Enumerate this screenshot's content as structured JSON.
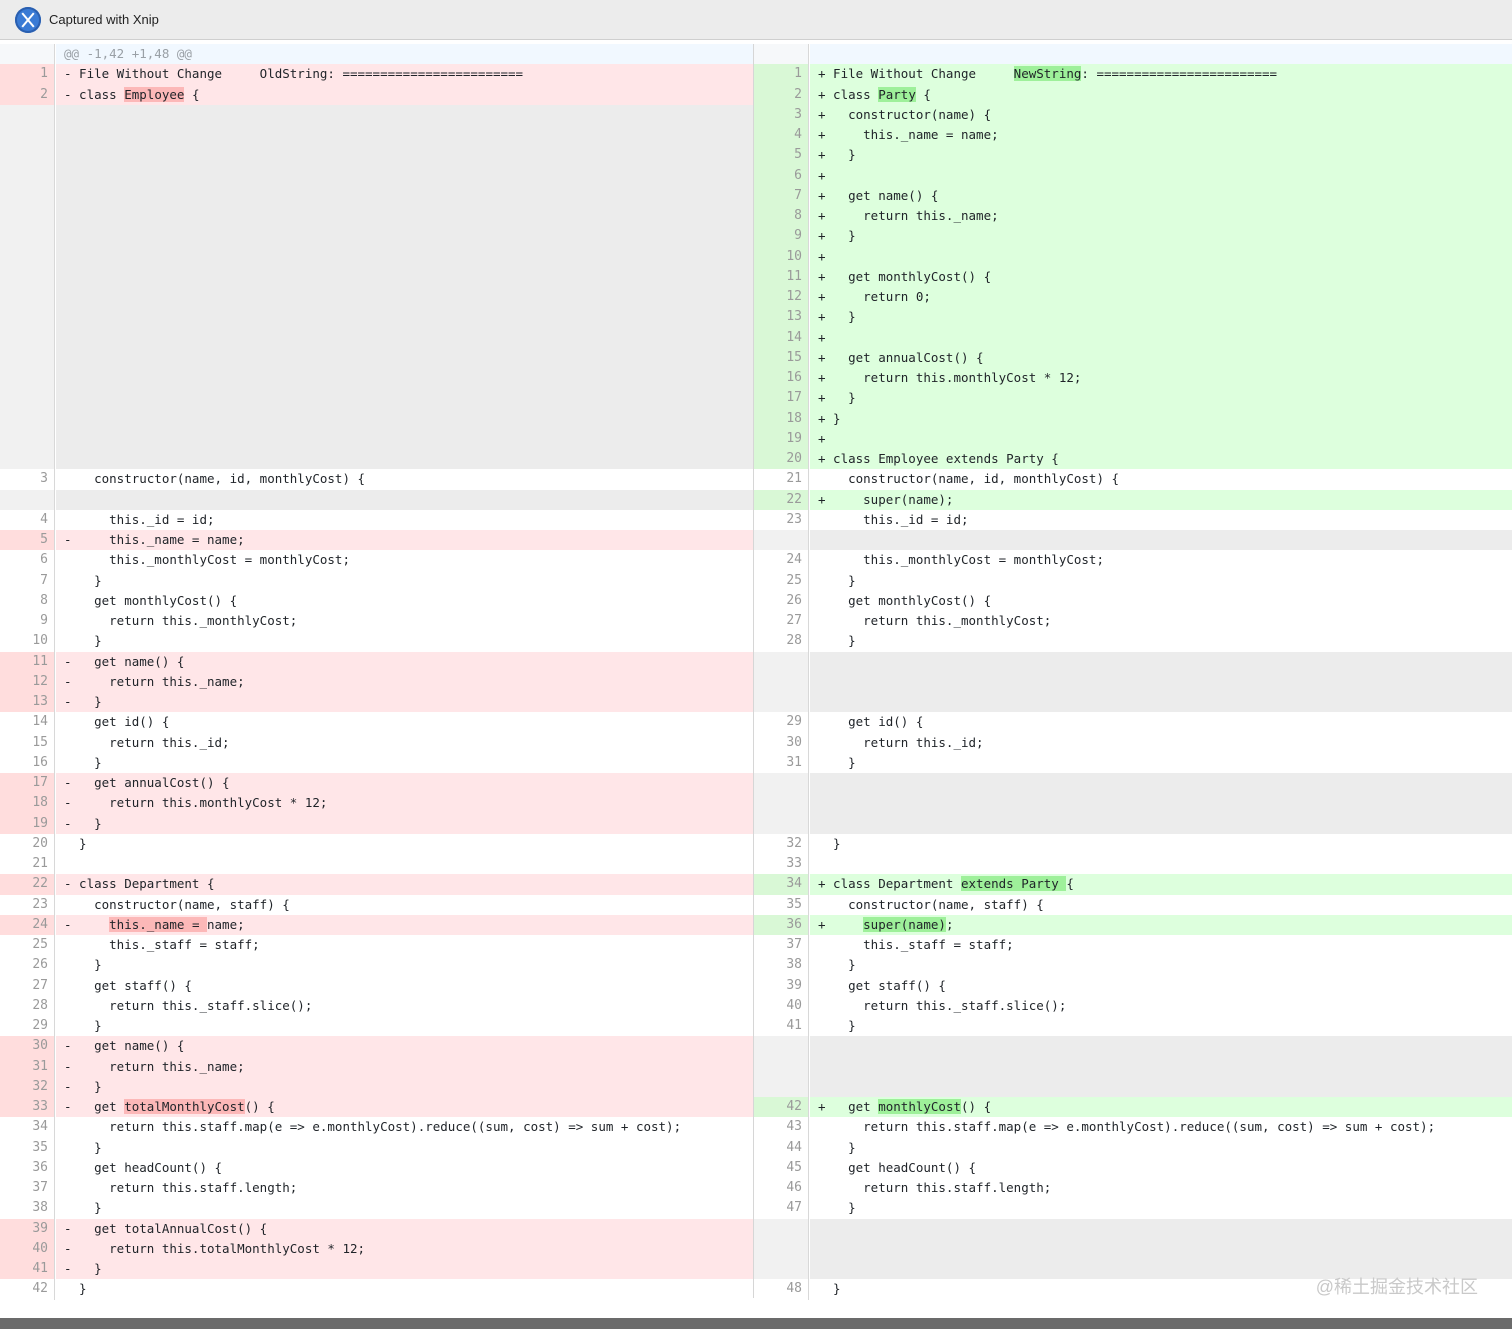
{
  "window": {
    "title": "Captured with Xnip"
  },
  "hunk_header": "@@ -1,42 +1,48 @@",
  "watermark": "@稀土掘金技术社区",
  "left_rows": [
    {
      "t": "hunk",
      "n": "",
      "segs": [
        [
          "@@ -1,42 +1,48 @@",
          ""
        ]
      ]
    },
    {
      "t": "del",
      "n": "1",
      "segs": [
        [
          "- File Without Change     ",
          ""
        ],
        [
          "OldString",
          ""
        ],
        [
          ": ========================",
          ""
        ]
      ]
    },
    {
      "t": "del",
      "n": "2",
      "segs": [
        [
          "- class ",
          ""
        ],
        [
          "Employee",
          "h"
        ],
        [
          " {",
          ""
        ]
      ]
    },
    {
      "t": "empty",
      "n": "",
      "segs": []
    },
    {
      "t": "empty",
      "n": "",
      "segs": []
    },
    {
      "t": "empty",
      "n": "",
      "segs": []
    },
    {
      "t": "empty",
      "n": "",
      "segs": []
    },
    {
      "t": "empty",
      "n": "",
      "segs": []
    },
    {
      "t": "empty",
      "n": "",
      "segs": []
    },
    {
      "t": "empty",
      "n": "",
      "segs": []
    },
    {
      "t": "empty",
      "n": "",
      "segs": []
    },
    {
      "t": "empty",
      "n": "",
      "segs": []
    },
    {
      "t": "empty",
      "n": "",
      "segs": []
    },
    {
      "t": "empty",
      "n": "",
      "segs": []
    },
    {
      "t": "empty",
      "n": "",
      "segs": []
    },
    {
      "t": "empty",
      "n": "",
      "segs": []
    },
    {
      "t": "empty",
      "n": "",
      "segs": []
    },
    {
      "t": "empty",
      "n": "",
      "segs": []
    },
    {
      "t": "empty",
      "n": "",
      "segs": []
    },
    {
      "t": "empty",
      "n": "",
      "segs": []
    },
    {
      "t": "empty",
      "n": "",
      "segs": []
    },
    {
      "t": "ctx",
      "n": "3",
      "segs": [
        [
          "    constructor(name, id, monthlyCost) {",
          ""
        ]
      ]
    },
    {
      "t": "empty",
      "n": "",
      "segs": []
    },
    {
      "t": "ctx",
      "n": "4",
      "segs": [
        [
          "      this._id = id;",
          ""
        ]
      ]
    },
    {
      "t": "del",
      "n": "5",
      "segs": [
        [
          "-     this._name = name;",
          ""
        ]
      ]
    },
    {
      "t": "ctx",
      "n": "6",
      "segs": [
        [
          "      this._monthlyCost = monthlyCost;",
          ""
        ]
      ]
    },
    {
      "t": "ctx",
      "n": "7",
      "segs": [
        [
          "    }",
          ""
        ]
      ]
    },
    {
      "t": "ctx",
      "n": "8",
      "segs": [
        [
          "    get monthlyCost() {",
          ""
        ]
      ]
    },
    {
      "t": "ctx",
      "n": "9",
      "segs": [
        [
          "      return this._monthlyCost;",
          ""
        ]
      ]
    },
    {
      "t": "ctx",
      "n": "10",
      "segs": [
        [
          "    }",
          ""
        ]
      ]
    },
    {
      "t": "del",
      "n": "11",
      "segs": [
        [
          "-   get name() {",
          ""
        ]
      ]
    },
    {
      "t": "del",
      "n": "12",
      "segs": [
        [
          "-     return this._name;",
          ""
        ]
      ]
    },
    {
      "t": "del",
      "n": "13",
      "segs": [
        [
          "-   }",
          ""
        ]
      ]
    },
    {
      "t": "ctx",
      "n": "14",
      "segs": [
        [
          "    get id() {",
          ""
        ]
      ]
    },
    {
      "t": "ctx",
      "n": "15",
      "segs": [
        [
          "      return this._id;",
          ""
        ]
      ]
    },
    {
      "t": "ctx",
      "n": "16",
      "segs": [
        [
          "    }",
          ""
        ]
      ]
    },
    {
      "t": "del",
      "n": "17",
      "segs": [
        [
          "-   get annualCost() {",
          ""
        ]
      ]
    },
    {
      "t": "del",
      "n": "18",
      "segs": [
        [
          "-     return this.monthlyCost * 12;",
          ""
        ]
      ]
    },
    {
      "t": "del",
      "n": "19",
      "segs": [
        [
          "-   }",
          ""
        ]
      ]
    },
    {
      "t": "ctx",
      "n": "20",
      "segs": [
        [
          "  }",
          ""
        ]
      ]
    },
    {
      "t": "ctx",
      "n": "21",
      "segs": [
        [
          "",
          ""
        ]
      ]
    },
    {
      "t": "del",
      "n": "22",
      "segs": [
        [
          "- class Department {",
          ""
        ]
      ]
    },
    {
      "t": "ctx",
      "n": "23",
      "segs": [
        [
          "    constructor(name, staff) {",
          ""
        ]
      ]
    },
    {
      "t": "del",
      "n": "24",
      "segs": [
        [
          "-     ",
          ""
        ],
        [
          "this._name = ",
          "h"
        ],
        [
          "name;",
          ""
        ]
      ]
    },
    {
      "t": "ctx",
      "n": "25",
      "segs": [
        [
          "      this._staff = staff;",
          ""
        ]
      ]
    },
    {
      "t": "ctx",
      "n": "26",
      "segs": [
        [
          "    }",
          ""
        ]
      ]
    },
    {
      "t": "ctx",
      "n": "27",
      "segs": [
        [
          "    get staff() {",
          ""
        ]
      ]
    },
    {
      "t": "ctx",
      "n": "28",
      "segs": [
        [
          "      return this._staff.slice();",
          ""
        ]
      ]
    },
    {
      "t": "ctx",
      "n": "29",
      "segs": [
        [
          "    }",
          ""
        ]
      ]
    },
    {
      "t": "del",
      "n": "30",
      "segs": [
        [
          "-   get name() {",
          ""
        ]
      ]
    },
    {
      "t": "del",
      "n": "31",
      "segs": [
        [
          "-     return this._name;",
          ""
        ]
      ]
    },
    {
      "t": "del",
      "n": "32",
      "segs": [
        [
          "-   }",
          ""
        ]
      ]
    },
    {
      "t": "del",
      "n": "33",
      "segs": [
        [
          "-   get ",
          ""
        ],
        [
          "totalMonthlyCost",
          "h"
        ],
        [
          "() {",
          ""
        ]
      ]
    },
    {
      "t": "ctx",
      "n": "34",
      "segs": [
        [
          "      return this.staff.map(e => e.monthlyCost).reduce((sum, cost) => sum + cost);",
          ""
        ]
      ]
    },
    {
      "t": "ctx",
      "n": "35",
      "segs": [
        [
          "    }",
          ""
        ]
      ]
    },
    {
      "t": "ctx",
      "n": "36",
      "segs": [
        [
          "    get headCount() {",
          ""
        ]
      ]
    },
    {
      "t": "ctx",
      "n": "37",
      "segs": [
        [
          "      return this.staff.length;",
          ""
        ]
      ]
    },
    {
      "t": "ctx",
      "n": "38",
      "segs": [
        [
          "    }",
          ""
        ]
      ]
    },
    {
      "t": "del",
      "n": "39",
      "segs": [
        [
          "-   get totalAnnualCost() {",
          ""
        ]
      ]
    },
    {
      "t": "del",
      "n": "40",
      "segs": [
        [
          "-     return this.totalMonthlyCost * 12;",
          ""
        ]
      ]
    },
    {
      "t": "del",
      "n": "41",
      "segs": [
        [
          "-   }",
          ""
        ]
      ]
    },
    {
      "t": "ctx",
      "n": "42",
      "segs": [
        [
          "  }",
          ""
        ]
      ]
    }
  ],
  "right_rows": [
    {
      "t": "hunk",
      "n": "",
      "segs": []
    },
    {
      "t": "add",
      "n": "1",
      "segs": [
        [
          "+ File Without Change     ",
          ""
        ],
        [
          "NewString",
          "h"
        ],
        [
          ": ========================",
          ""
        ]
      ]
    },
    {
      "t": "add",
      "n": "2",
      "segs": [
        [
          "+ class ",
          ""
        ],
        [
          "Party",
          "h"
        ],
        [
          " {",
          ""
        ]
      ]
    },
    {
      "t": "add",
      "n": "3",
      "segs": [
        [
          "+   constructor(name) {",
          ""
        ]
      ]
    },
    {
      "t": "add",
      "n": "4",
      "segs": [
        [
          "+     this._name = name;",
          ""
        ]
      ]
    },
    {
      "t": "add",
      "n": "5",
      "segs": [
        [
          "+   }",
          ""
        ]
      ]
    },
    {
      "t": "add",
      "n": "6",
      "segs": [
        [
          "+",
          ""
        ]
      ]
    },
    {
      "t": "add",
      "n": "7",
      "segs": [
        [
          "+   get name() {",
          ""
        ]
      ]
    },
    {
      "t": "add",
      "n": "8",
      "segs": [
        [
          "+     return this._name;",
          ""
        ]
      ]
    },
    {
      "t": "add",
      "n": "9",
      "segs": [
        [
          "+   }",
          ""
        ]
      ]
    },
    {
      "t": "add",
      "n": "10",
      "segs": [
        [
          "+",
          ""
        ]
      ]
    },
    {
      "t": "add",
      "n": "11",
      "segs": [
        [
          "+   get monthlyCost() {",
          ""
        ]
      ]
    },
    {
      "t": "add",
      "n": "12",
      "segs": [
        [
          "+     return 0;",
          ""
        ]
      ]
    },
    {
      "t": "add",
      "n": "13",
      "segs": [
        [
          "+   }",
          ""
        ]
      ]
    },
    {
      "t": "add",
      "n": "14",
      "segs": [
        [
          "+",
          ""
        ]
      ]
    },
    {
      "t": "add",
      "n": "15",
      "segs": [
        [
          "+   get annualCost() {",
          ""
        ]
      ]
    },
    {
      "t": "add",
      "n": "16",
      "segs": [
        [
          "+     return this.monthlyCost * 12;",
          ""
        ]
      ]
    },
    {
      "t": "add",
      "n": "17",
      "segs": [
        [
          "+   }",
          ""
        ]
      ]
    },
    {
      "t": "add",
      "n": "18",
      "segs": [
        [
          "+ }",
          ""
        ]
      ]
    },
    {
      "t": "add",
      "n": "19",
      "segs": [
        [
          "+",
          ""
        ]
      ]
    },
    {
      "t": "add",
      "n": "20",
      "segs": [
        [
          "+ class Employee extends Party {",
          ""
        ]
      ]
    },
    {
      "t": "ctx",
      "n": "21",
      "segs": [
        [
          "    constructor(name, id, monthlyCost) {",
          ""
        ]
      ]
    },
    {
      "t": "add",
      "n": "22",
      "segs": [
        [
          "+     super(name);",
          ""
        ]
      ]
    },
    {
      "t": "ctx",
      "n": "23",
      "segs": [
        [
          "      this._id = id;",
          ""
        ]
      ]
    },
    {
      "t": "empty",
      "n": "",
      "segs": []
    },
    {
      "t": "ctx",
      "n": "24",
      "segs": [
        [
          "      this._monthlyCost = monthlyCost;",
          ""
        ]
      ]
    },
    {
      "t": "ctx",
      "n": "25",
      "segs": [
        [
          "    }",
          ""
        ]
      ]
    },
    {
      "t": "ctx",
      "n": "26",
      "segs": [
        [
          "    get monthlyCost() {",
          ""
        ]
      ]
    },
    {
      "t": "ctx",
      "n": "27",
      "segs": [
        [
          "      return this._monthlyCost;",
          ""
        ]
      ]
    },
    {
      "t": "ctx",
      "n": "28",
      "segs": [
        [
          "    }",
          ""
        ]
      ]
    },
    {
      "t": "empty",
      "n": "",
      "segs": []
    },
    {
      "t": "empty",
      "n": "",
      "segs": []
    },
    {
      "t": "empty",
      "n": "",
      "segs": []
    },
    {
      "t": "ctx",
      "n": "29",
      "segs": [
        [
          "    get id() {",
          ""
        ]
      ]
    },
    {
      "t": "ctx",
      "n": "30",
      "segs": [
        [
          "      return this._id;",
          ""
        ]
      ]
    },
    {
      "t": "ctx",
      "n": "31",
      "segs": [
        [
          "    }",
          ""
        ]
      ]
    },
    {
      "t": "empty",
      "n": "",
      "segs": []
    },
    {
      "t": "empty",
      "n": "",
      "segs": []
    },
    {
      "t": "empty",
      "n": "",
      "segs": []
    },
    {
      "t": "ctx",
      "n": "32",
      "segs": [
        [
          "  }",
          ""
        ]
      ]
    },
    {
      "t": "ctx",
      "n": "33",
      "segs": [
        [
          "",
          ""
        ]
      ]
    },
    {
      "t": "add",
      "n": "34",
      "segs": [
        [
          "+ class Department ",
          ""
        ],
        [
          "extends Party ",
          "h"
        ],
        [
          "{",
          ""
        ]
      ]
    },
    {
      "t": "ctx",
      "n": "35",
      "segs": [
        [
          "    constructor(name, staff) {",
          ""
        ]
      ]
    },
    {
      "t": "add",
      "n": "36",
      "segs": [
        [
          "+     ",
          ""
        ],
        [
          "super(name)",
          "h"
        ],
        [
          ";",
          ""
        ]
      ]
    },
    {
      "t": "ctx",
      "n": "37",
      "segs": [
        [
          "      this._staff = staff;",
          ""
        ]
      ]
    },
    {
      "t": "ctx",
      "n": "38",
      "segs": [
        [
          "    }",
          ""
        ]
      ]
    },
    {
      "t": "ctx",
      "n": "39",
      "segs": [
        [
          "    get staff() {",
          ""
        ]
      ]
    },
    {
      "t": "ctx",
      "n": "40",
      "segs": [
        [
          "      return this._staff.slice();",
          ""
        ]
      ]
    },
    {
      "t": "ctx",
      "n": "41",
      "segs": [
        [
          "    }",
          ""
        ]
      ]
    },
    {
      "t": "empty",
      "n": "",
      "segs": []
    },
    {
      "t": "empty",
      "n": "",
      "segs": []
    },
    {
      "t": "empty",
      "n": "",
      "segs": []
    },
    {
      "t": "add",
      "n": "42",
      "segs": [
        [
          "+   get ",
          ""
        ],
        [
          "monthlyCost",
          "h"
        ],
        [
          "() {",
          ""
        ]
      ]
    },
    {
      "t": "ctx",
      "n": "43",
      "segs": [
        [
          "      return this.staff.map(e => e.monthlyCost).reduce((sum, cost) => sum + cost);",
          ""
        ]
      ]
    },
    {
      "t": "ctx",
      "n": "44",
      "segs": [
        [
          "    }",
          ""
        ]
      ]
    },
    {
      "t": "ctx",
      "n": "45",
      "segs": [
        [
          "    get headCount() {",
          ""
        ]
      ]
    },
    {
      "t": "ctx",
      "n": "46",
      "segs": [
        [
          "      return this.staff.length;",
          ""
        ]
      ]
    },
    {
      "t": "ctx",
      "n": "47",
      "segs": [
        [
          "    }",
          ""
        ]
      ]
    },
    {
      "t": "empty",
      "n": "",
      "segs": []
    },
    {
      "t": "empty",
      "n": "",
      "segs": []
    },
    {
      "t": "empty",
      "n": "",
      "segs": []
    },
    {
      "t": "ctx",
      "n": "48",
      "segs": [
        [
          "  }",
          ""
        ]
      ]
    }
  ]
}
